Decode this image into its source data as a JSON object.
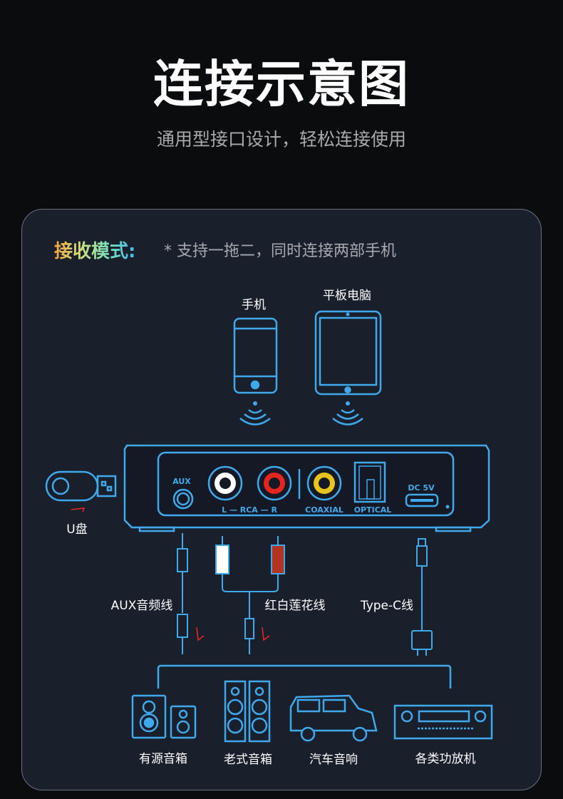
{
  "header": {
    "title": "连接示意图",
    "subtitle": "通用型接口设计，轻松连接使用"
  },
  "card": {
    "mode_label": "接收模式:",
    "mode_note": "* 支持一拖二，同时连接两部手机",
    "sources": [
      "手机",
      "平板电脑"
    ],
    "usb_label": "U盘",
    "ports": {
      "aux": "AUX",
      "rca": "L — RCA — R",
      "coaxial": "COAXIAL",
      "optical": "OPTICAL",
      "dc": "DC 5V"
    },
    "cables": [
      "AUX音频线",
      "红白莲花线",
      "Type-C线"
    ],
    "outputs": [
      "有源音箱",
      "老式音箱",
      "汽车音响",
      "各类功放机"
    ]
  },
  "colors": {
    "line": "#3fa9ec",
    "rca_left": "#ffffff",
    "rca_right": "#e5261f",
    "coaxial": "#e8c21d",
    "background": "#1a1f2c"
  }
}
